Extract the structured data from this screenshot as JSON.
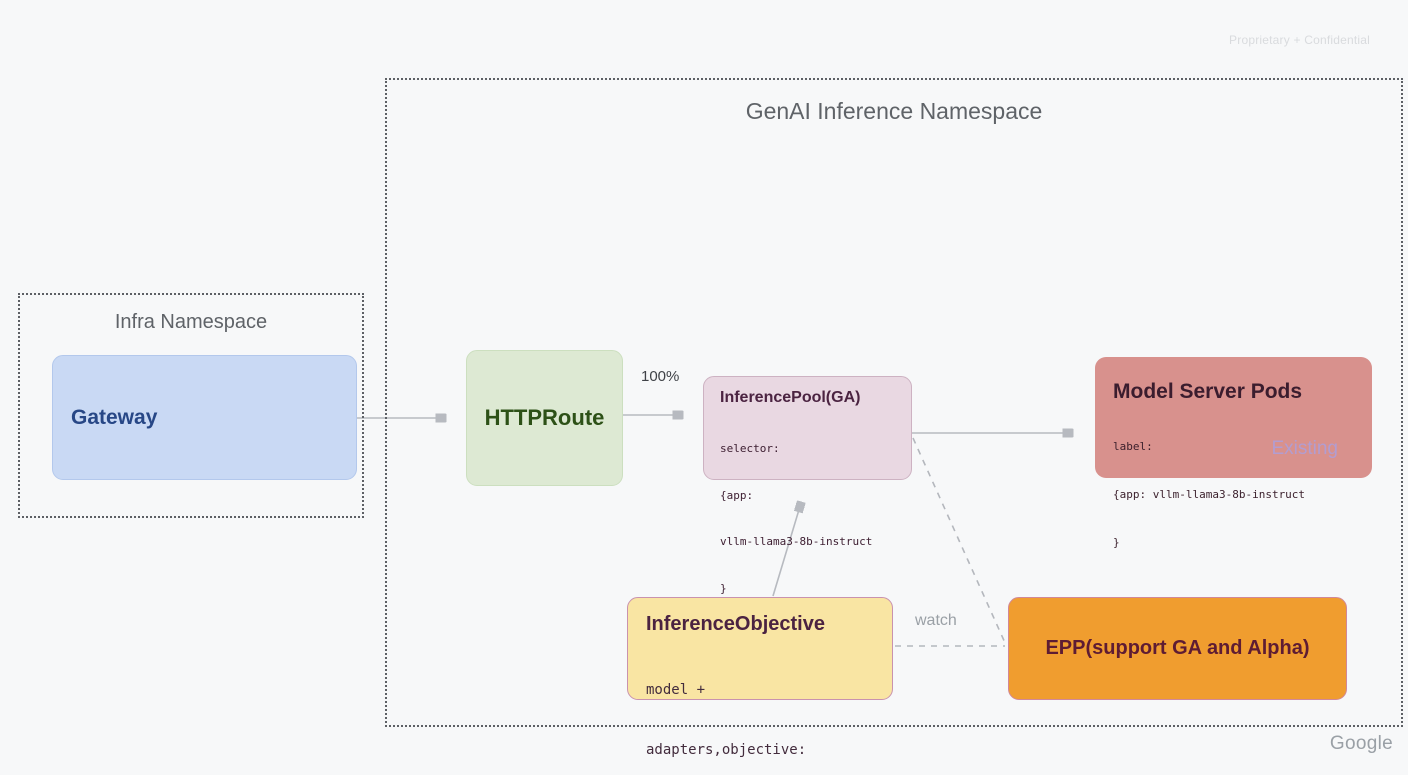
{
  "page": {
    "confidential_label": "Proprietary + Confidential",
    "brand": "Google"
  },
  "genai_namespace": {
    "title": "GenAI Inference Namespace"
  },
  "infra_namespace": {
    "title": "Infra Namespace"
  },
  "nodes": {
    "gateway": {
      "label": "Gateway",
      "fill": "#c9d9f4",
      "text_color": "#274786"
    },
    "httproute": {
      "label": "HTTPRoute",
      "fill": "#dde9d3",
      "text_color": "#2d5117"
    },
    "inference_pool": {
      "title": "InferencePool(GA)",
      "code_lines": [
        "selector:",
        "{app:",
        "vllm-llama3-8b-instruct",
        "}"
      ],
      "fill": "#e9d8e2",
      "text_color": "#4b2341"
    },
    "model_server_pods": {
      "title": "Model Server Pods",
      "code_lines": [
        "label:",
        "{app: vllm-llama3-8b-instruct",
        "}"
      ],
      "tag": "Existing",
      "fill": "#d8918d",
      "text_color": "#3b1d2e",
      "tag_color": "#b29dd1"
    },
    "inference_objective": {
      "title": "InferenceObjective",
      "code_lines": [
        "model +",
        "adapters,objective:"
      ],
      "fill": "#f9e5a3",
      "text_color": "#4b2341"
    },
    "epp": {
      "label": "EPP(support GA and Alpha)",
      "fill": "#f09d2f",
      "text_color": "#5e1c33"
    }
  },
  "edges": {
    "route_weight_label": "100%",
    "watch_label": "watch",
    "arrow_color": "#b7bac0"
  }
}
